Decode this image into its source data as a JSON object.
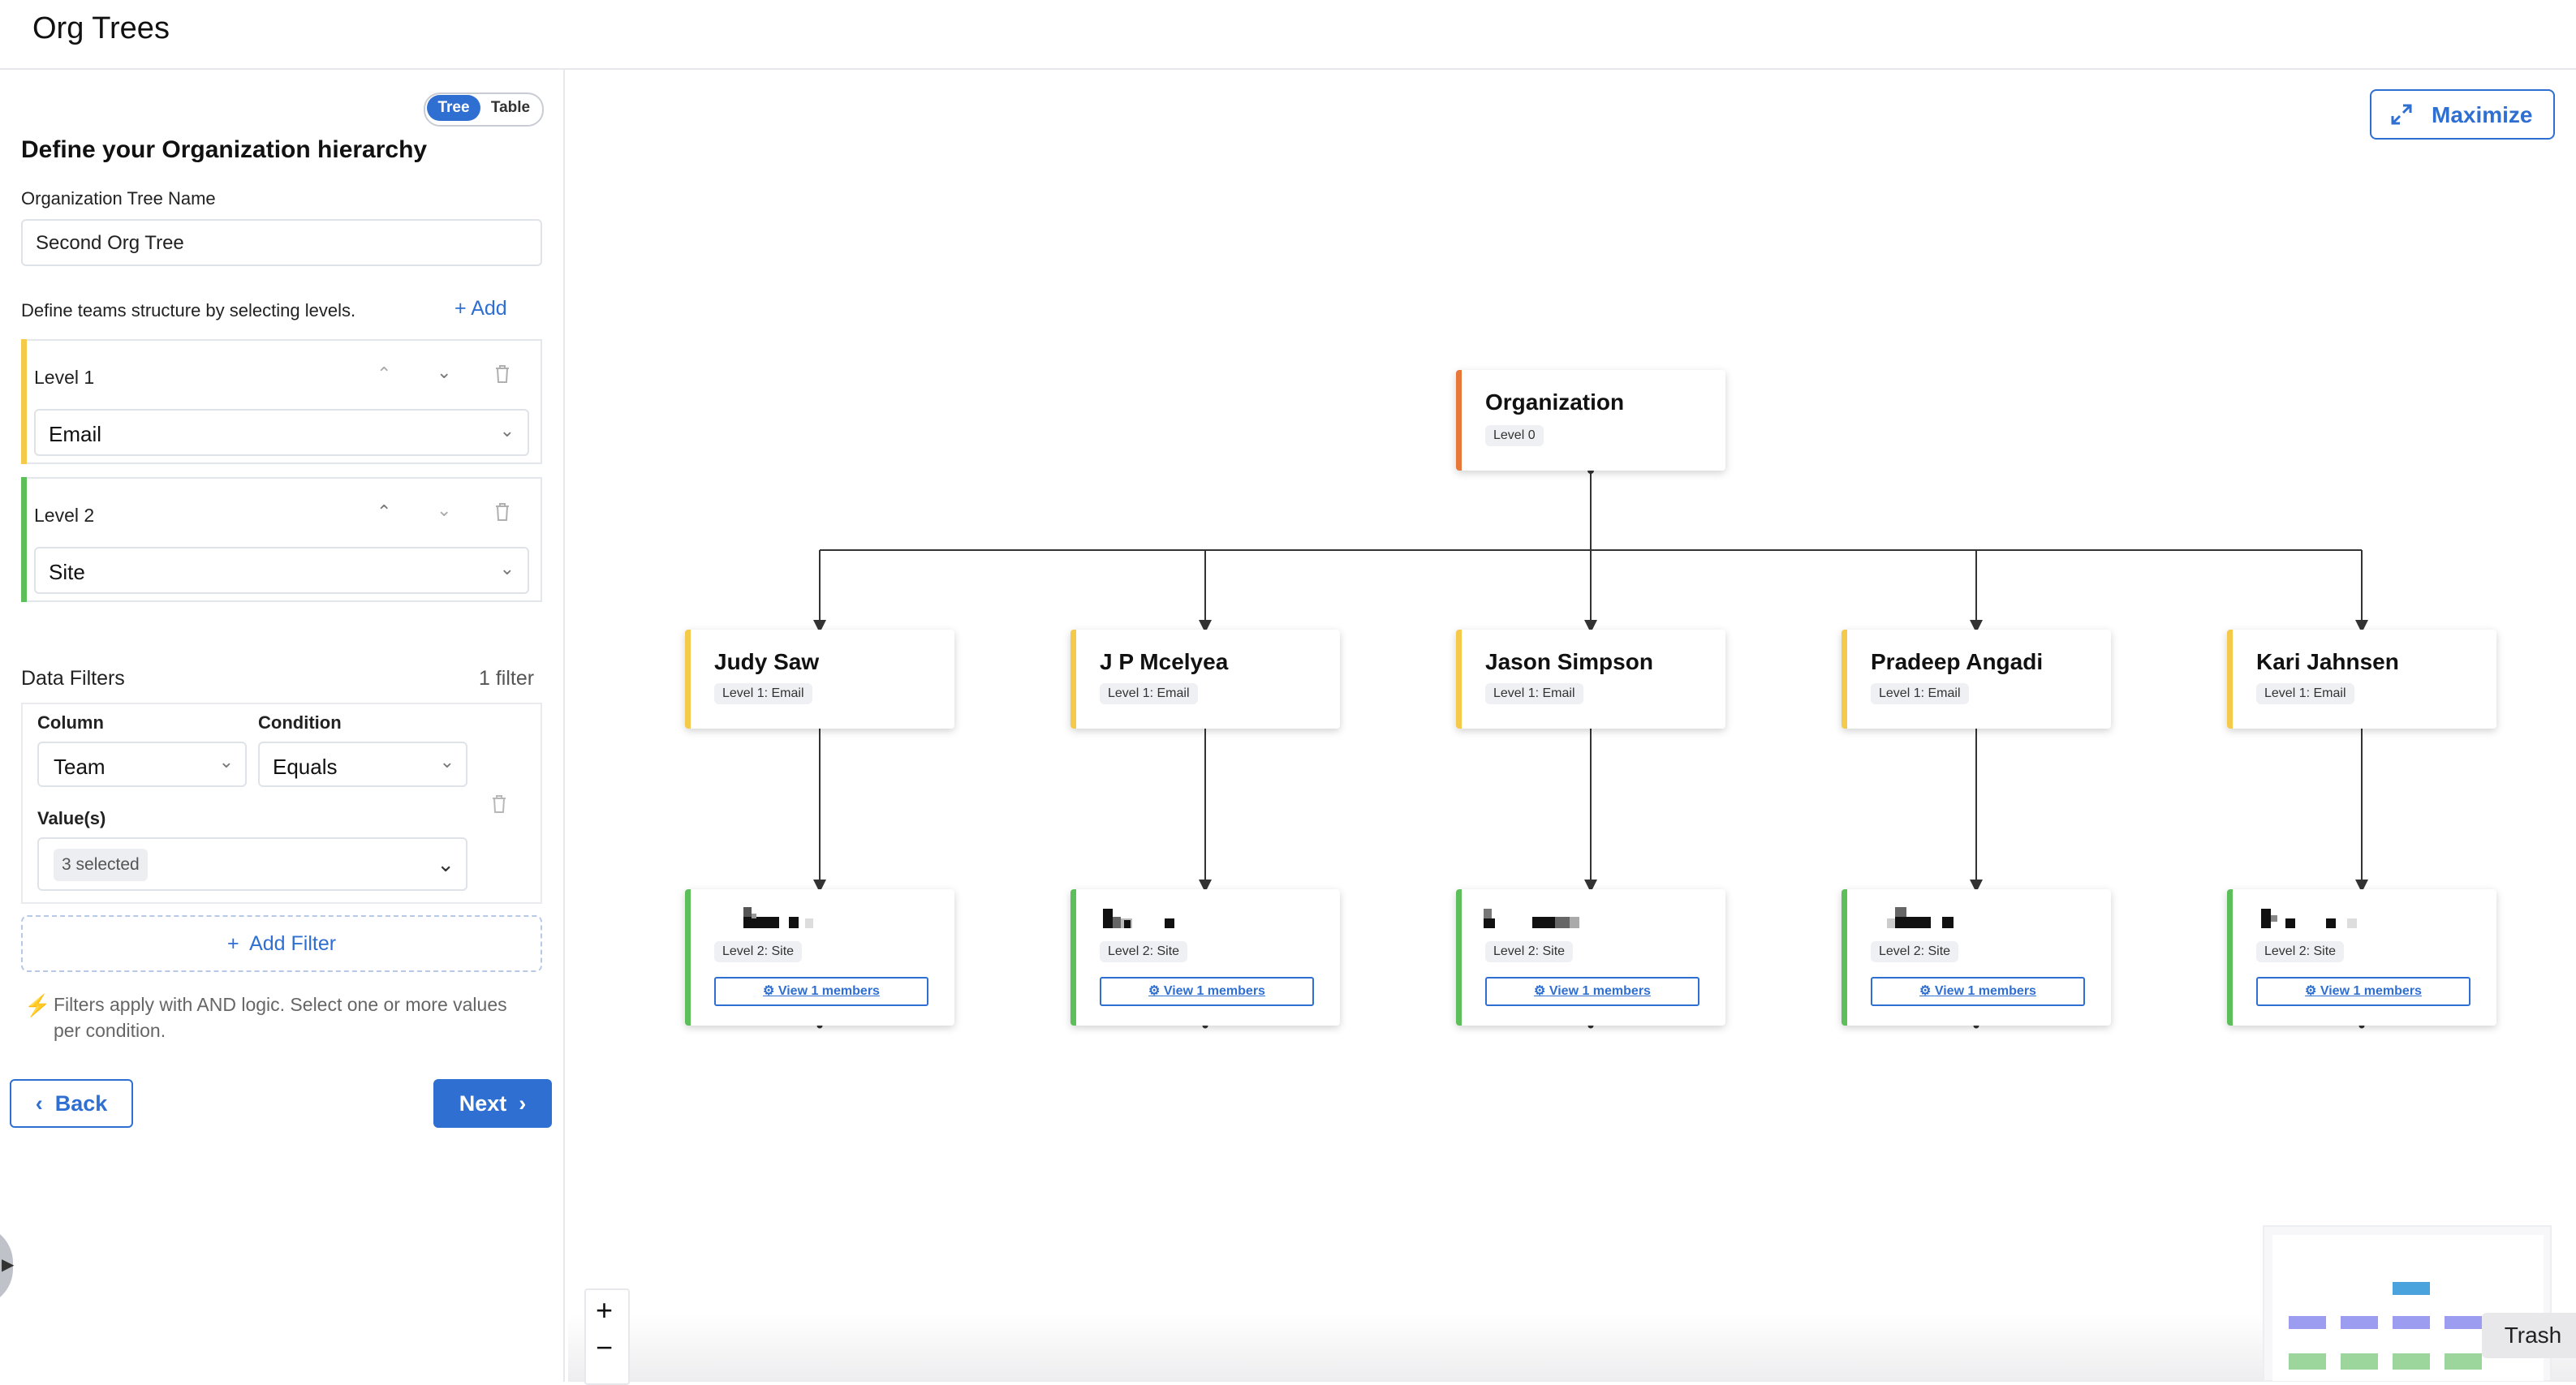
{
  "app": {
    "title": "Org Trees"
  },
  "view_toggle": {
    "tree": "Tree",
    "table": "Table",
    "active": "Tree"
  },
  "sidebar": {
    "heading": "Define your Organization hierarchy",
    "tree_name_label": "Organization Tree Name",
    "tree_name_value": "Second Org Tree",
    "levels_hint": "Define teams structure by selecting levels.",
    "add_label": "Add",
    "levels": [
      {
        "label": "Level 1",
        "value": "Email",
        "color": "#f5c94a"
      },
      {
        "label": "Level 2",
        "value": "Site",
        "color": "#5dbf5a"
      }
    ],
    "filters": {
      "title": "Data Filters",
      "count": "1 filter",
      "column_label": "Column",
      "column_value": "Team",
      "condition_label": "Condition",
      "condition_value": "Equals",
      "values_label": "Value(s)",
      "values_value": "3 selected",
      "add_filter": "Add Filter",
      "hint": "Filters apply with AND logic. Select one or more values per condition."
    },
    "back": "Back",
    "next": "Next"
  },
  "canvas": {
    "maximize": "Maximize",
    "root": {
      "name": "Organization",
      "level": "Level 0",
      "color": "#e8773a"
    },
    "level1": [
      {
        "name": "Judy Saw",
        "level": "Level 1: Email"
      },
      {
        "name": "J P Mcelyea",
        "level": "Level 1: Email"
      },
      {
        "name": "Jason Simpson",
        "level": "Level 1: Email"
      },
      {
        "name": "Pradeep Angadi",
        "level": "Level 1: Email"
      },
      {
        "name": "Kari Jahnsen",
        "level": "Level 1: Email"
      }
    ],
    "level2": [
      {
        "level": "Level 2: Site",
        "members": "View 1 members"
      },
      {
        "level": "Level 2: Site",
        "members": "View 1 members"
      },
      {
        "level": "Level 2: Site",
        "members": "View 1 members"
      },
      {
        "level": "Level 2: Site",
        "members": "View 1 members"
      },
      {
        "level": "Level 2: Site",
        "members": "View 1 members"
      }
    ],
    "level1_color": "#f5c94a",
    "level2_color": "#5dbf5a",
    "zoom_in": "+",
    "zoom_out": "−",
    "trash_tooltip": "Trash"
  },
  "colors": {
    "accent": "#2f6fd2"
  },
  "icons": {
    "add": "plus-icon",
    "maximize": "expand-icon",
    "delete": "trash-icon",
    "hint": "lightning-icon"
  }
}
